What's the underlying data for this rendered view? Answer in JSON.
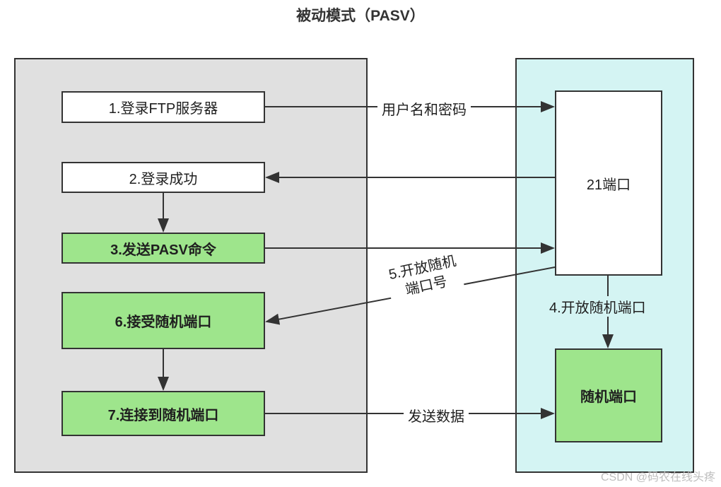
{
  "title": "被动模式（PASV）",
  "client": {
    "step1": "1.登录FTP服务器",
    "step2": "2.登录成功",
    "step3": "3.发送PASV命令",
    "step6": "6.接受随机端口",
    "step7": "7.连接到随机端口"
  },
  "server": {
    "port21": "21端口",
    "random_port": "随机端口",
    "step4": "4.开放随机端口"
  },
  "labels": {
    "user_pass": "用户名和密码",
    "step5_line1": "5.开放随机",
    "step5_line2": "端口号",
    "send_data": "发送数据"
  },
  "colors": {
    "client_bg": "#e0e0e0",
    "server_bg": "#d4f4f3",
    "highlight_green": "#9ee58c"
  },
  "watermark": "CSDN @码农在线头疼"
}
